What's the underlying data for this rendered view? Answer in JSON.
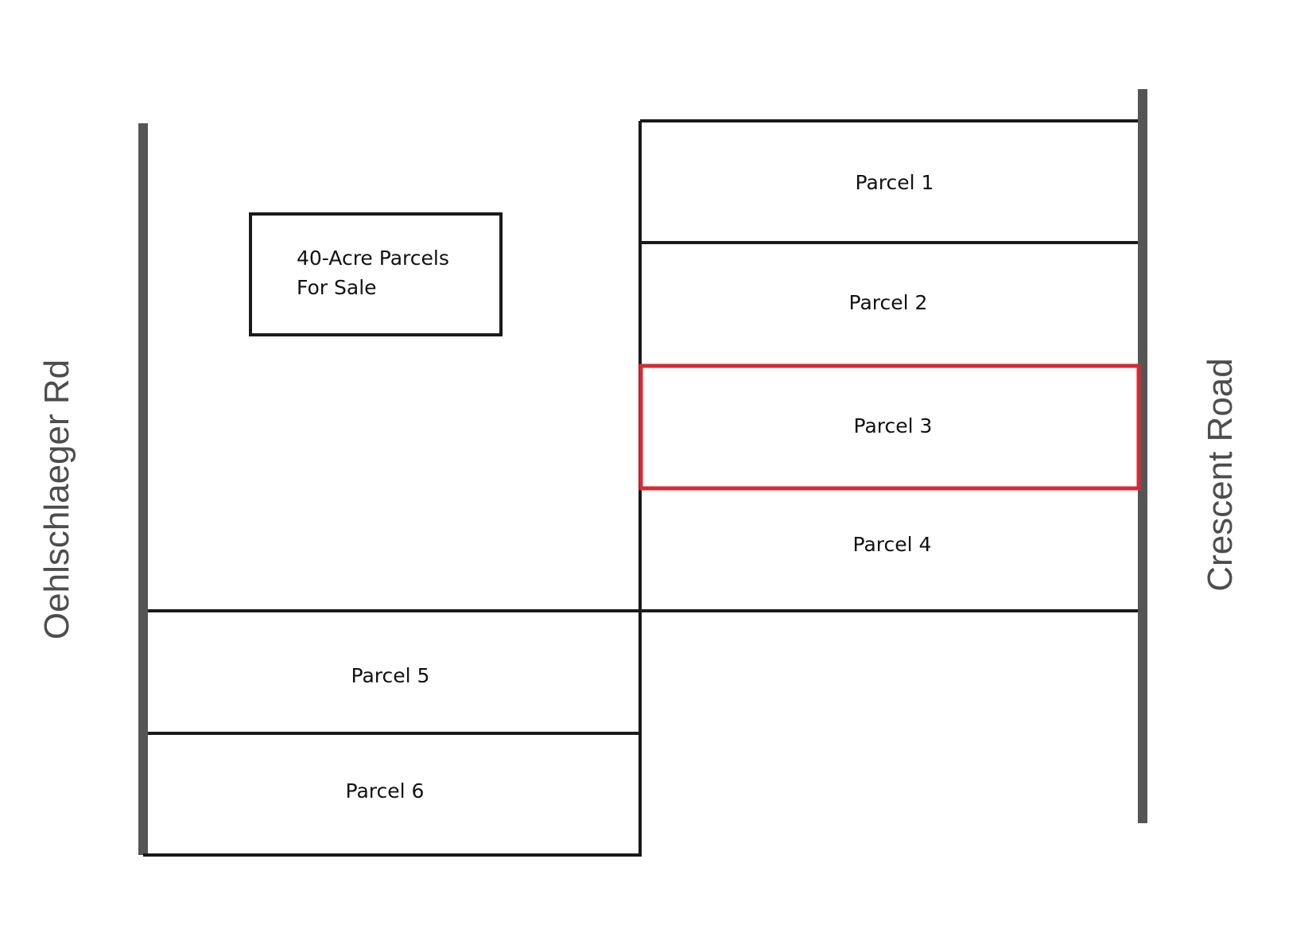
{
  "roads": {
    "west": "Oehlschlaeger Rd",
    "east": "Crescent Road"
  },
  "sign": {
    "line1": "40-Acre Parcels",
    "line2": "For Sale"
  },
  "parcels": [
    {
      "label": "Parcel 1",
      "highlighted": false
    },
    {
      "label": "Parcel 2",
      "highlighted": false
    },
    {
      "label": "Parcel 3",
      "highlighted": true
    },
    {
      "label": "Parcel 4",
      "highlighted": false
    },
    {
      "label": "Parcel 5",
      "highlighted": false
    },
    {
      "label": "Parcel 6",
      "highlighted": false
    }
  ],
  "colors": {
    "road": "#555555",
    "boundary": "#1a1a1a",
    "highlight": "#d62a33"
  }
}
